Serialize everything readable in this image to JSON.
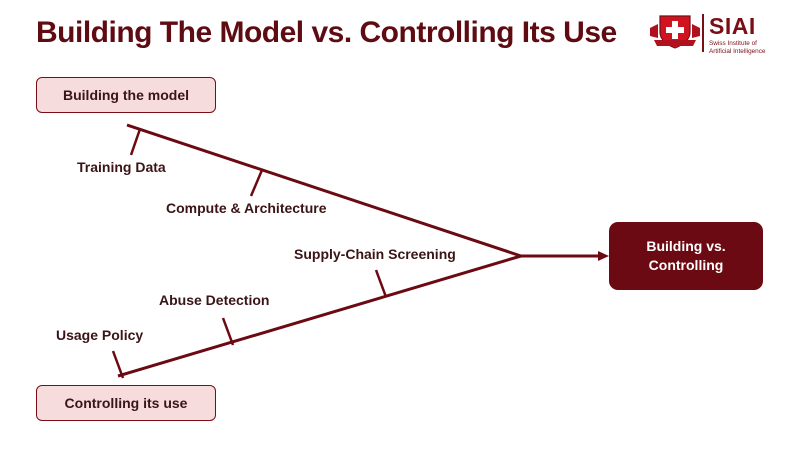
{
  "title": "Building The Model vs. Controlling Its Use",
  "logo": {
    "name": "SIAI",
    "subtitle_line1": "Swiss Institute of",
    "subtitle_line2": "Artificial Intelligence"
  },
  "diagram": {
    "top_input": "Building the model",
    "bottom_input": "Controlling its use",
    "result": "Building vs. Controlling",
    "top_factors": [
      "Training Data",
      "Compute & Architecture"
    ],
    "bottom_factors": [
      "Usage Policy",
      "Abuse Detection",
      "Supply-Chain Screening"
    ],
    "line_color": "#6b0a12"
  }
}
